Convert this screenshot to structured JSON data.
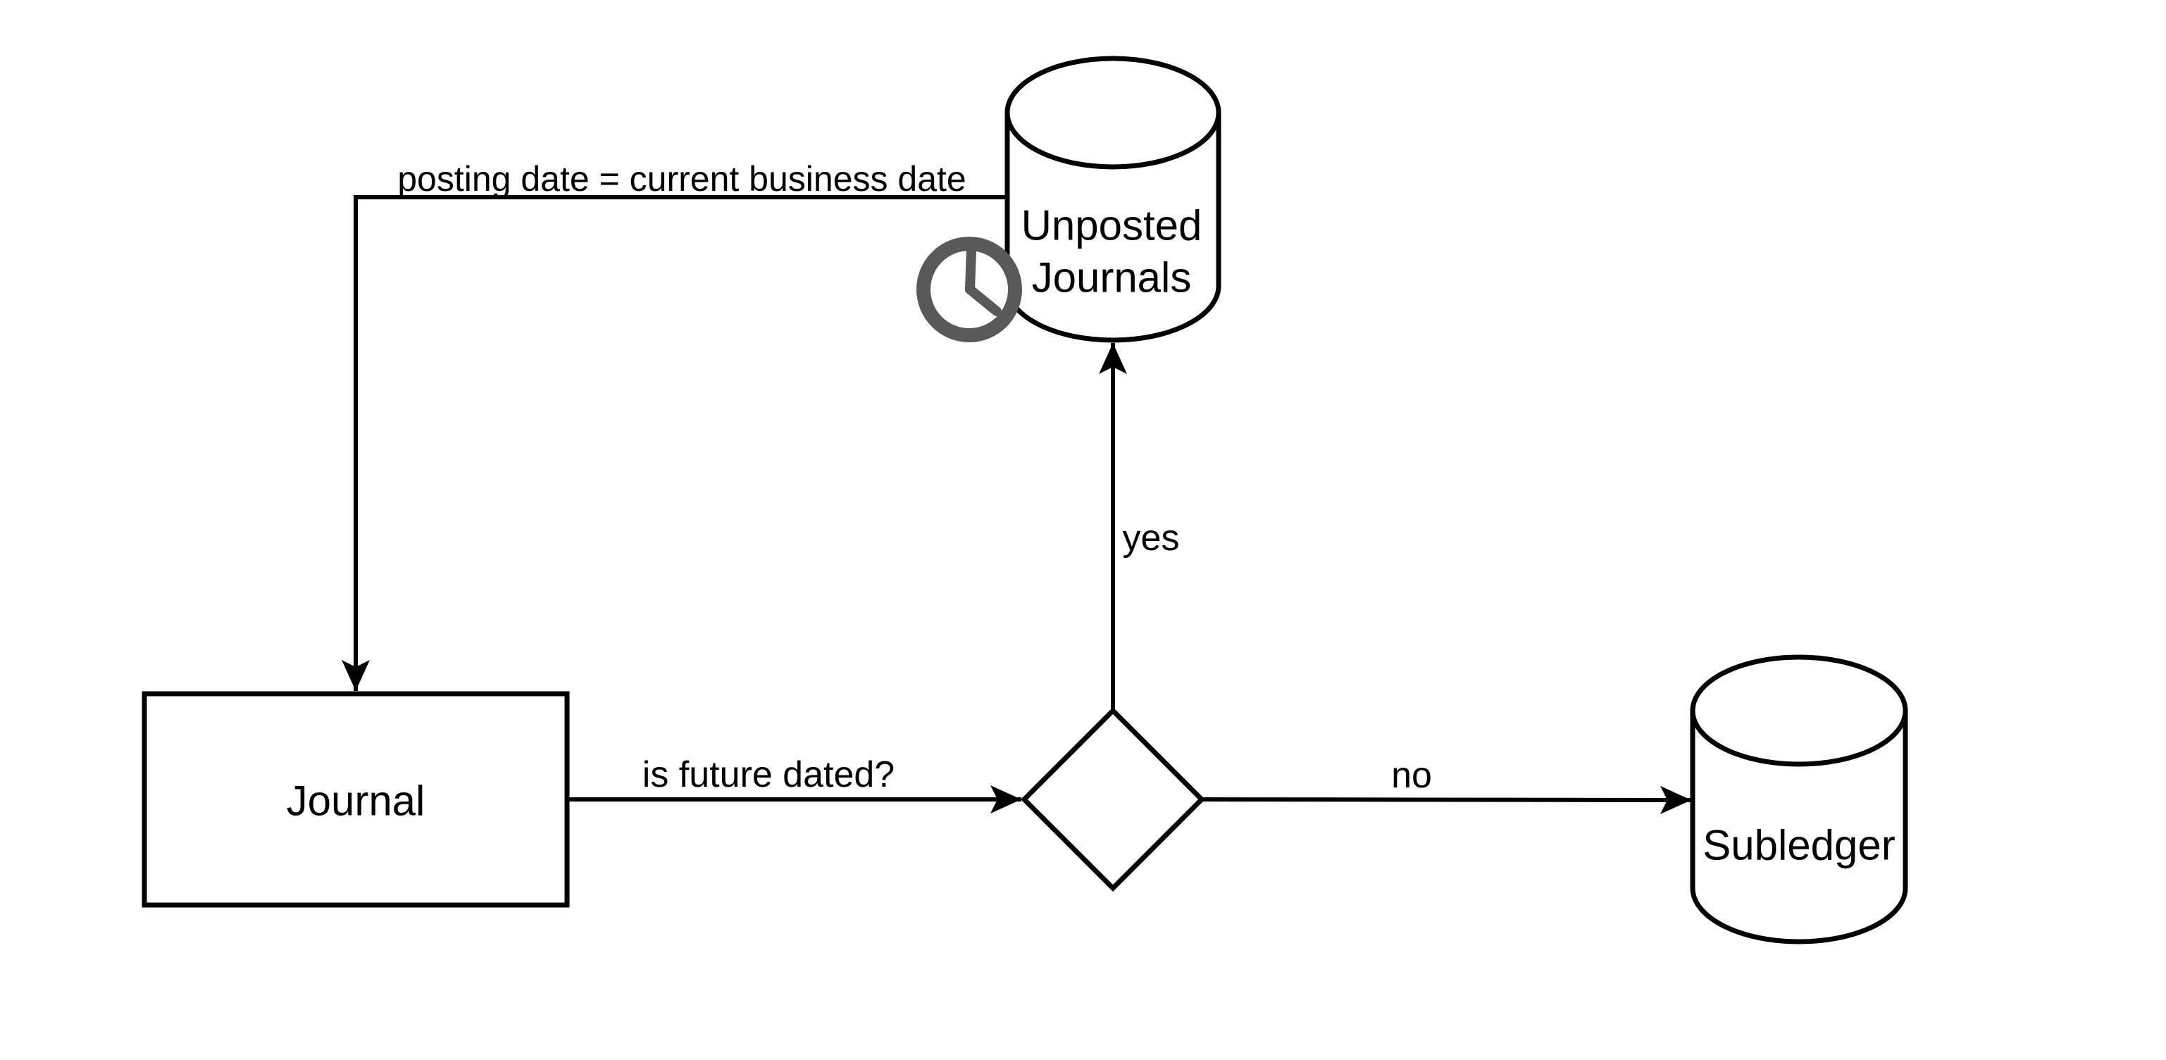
{
  "diagram": {
    "kind": "flowchart",
    "background_color": "#ffffff",
    "stroke_color": "#000000",
    "fill_color": "#ffffff",
    "clock_icon_color": "#595959",
    "nodes": {
      "journal": {
        "type": "process-box",
        "label": "Journal"
      },
      "decision": {
        "type": "decision-diamond",
        "label": ""
      },
      "unposted_journals": {
        "type": "database-cylinder",
        "label": "Unposted Journals",
        "lines": [
          "Unposted",
          "Journals"
        ],
        "icon": "clock-icon"
      },
      "subledger": {
        "type": "database-cylinder",
        "label": "Subledger"
      }
    },
    "edges": {
      "unposted_to_journal": {
        "from": "unposted_journals",
        "to": "journal",
        "label": "posting date = current business date"
      },
      "journal_to_decision": {
        "from": "journal",
        "to": "decision",
        "label": "is future dated?"
      },
      "decision_to_unposted": {
        "from": "decision",
        "to": "unposted_journals",
        "label": "yes"
      },
      "decision_to_subledger": {
        "from": "decision",
        "to": "subledger",
        "label": "no"
      }
    }
  }
}
